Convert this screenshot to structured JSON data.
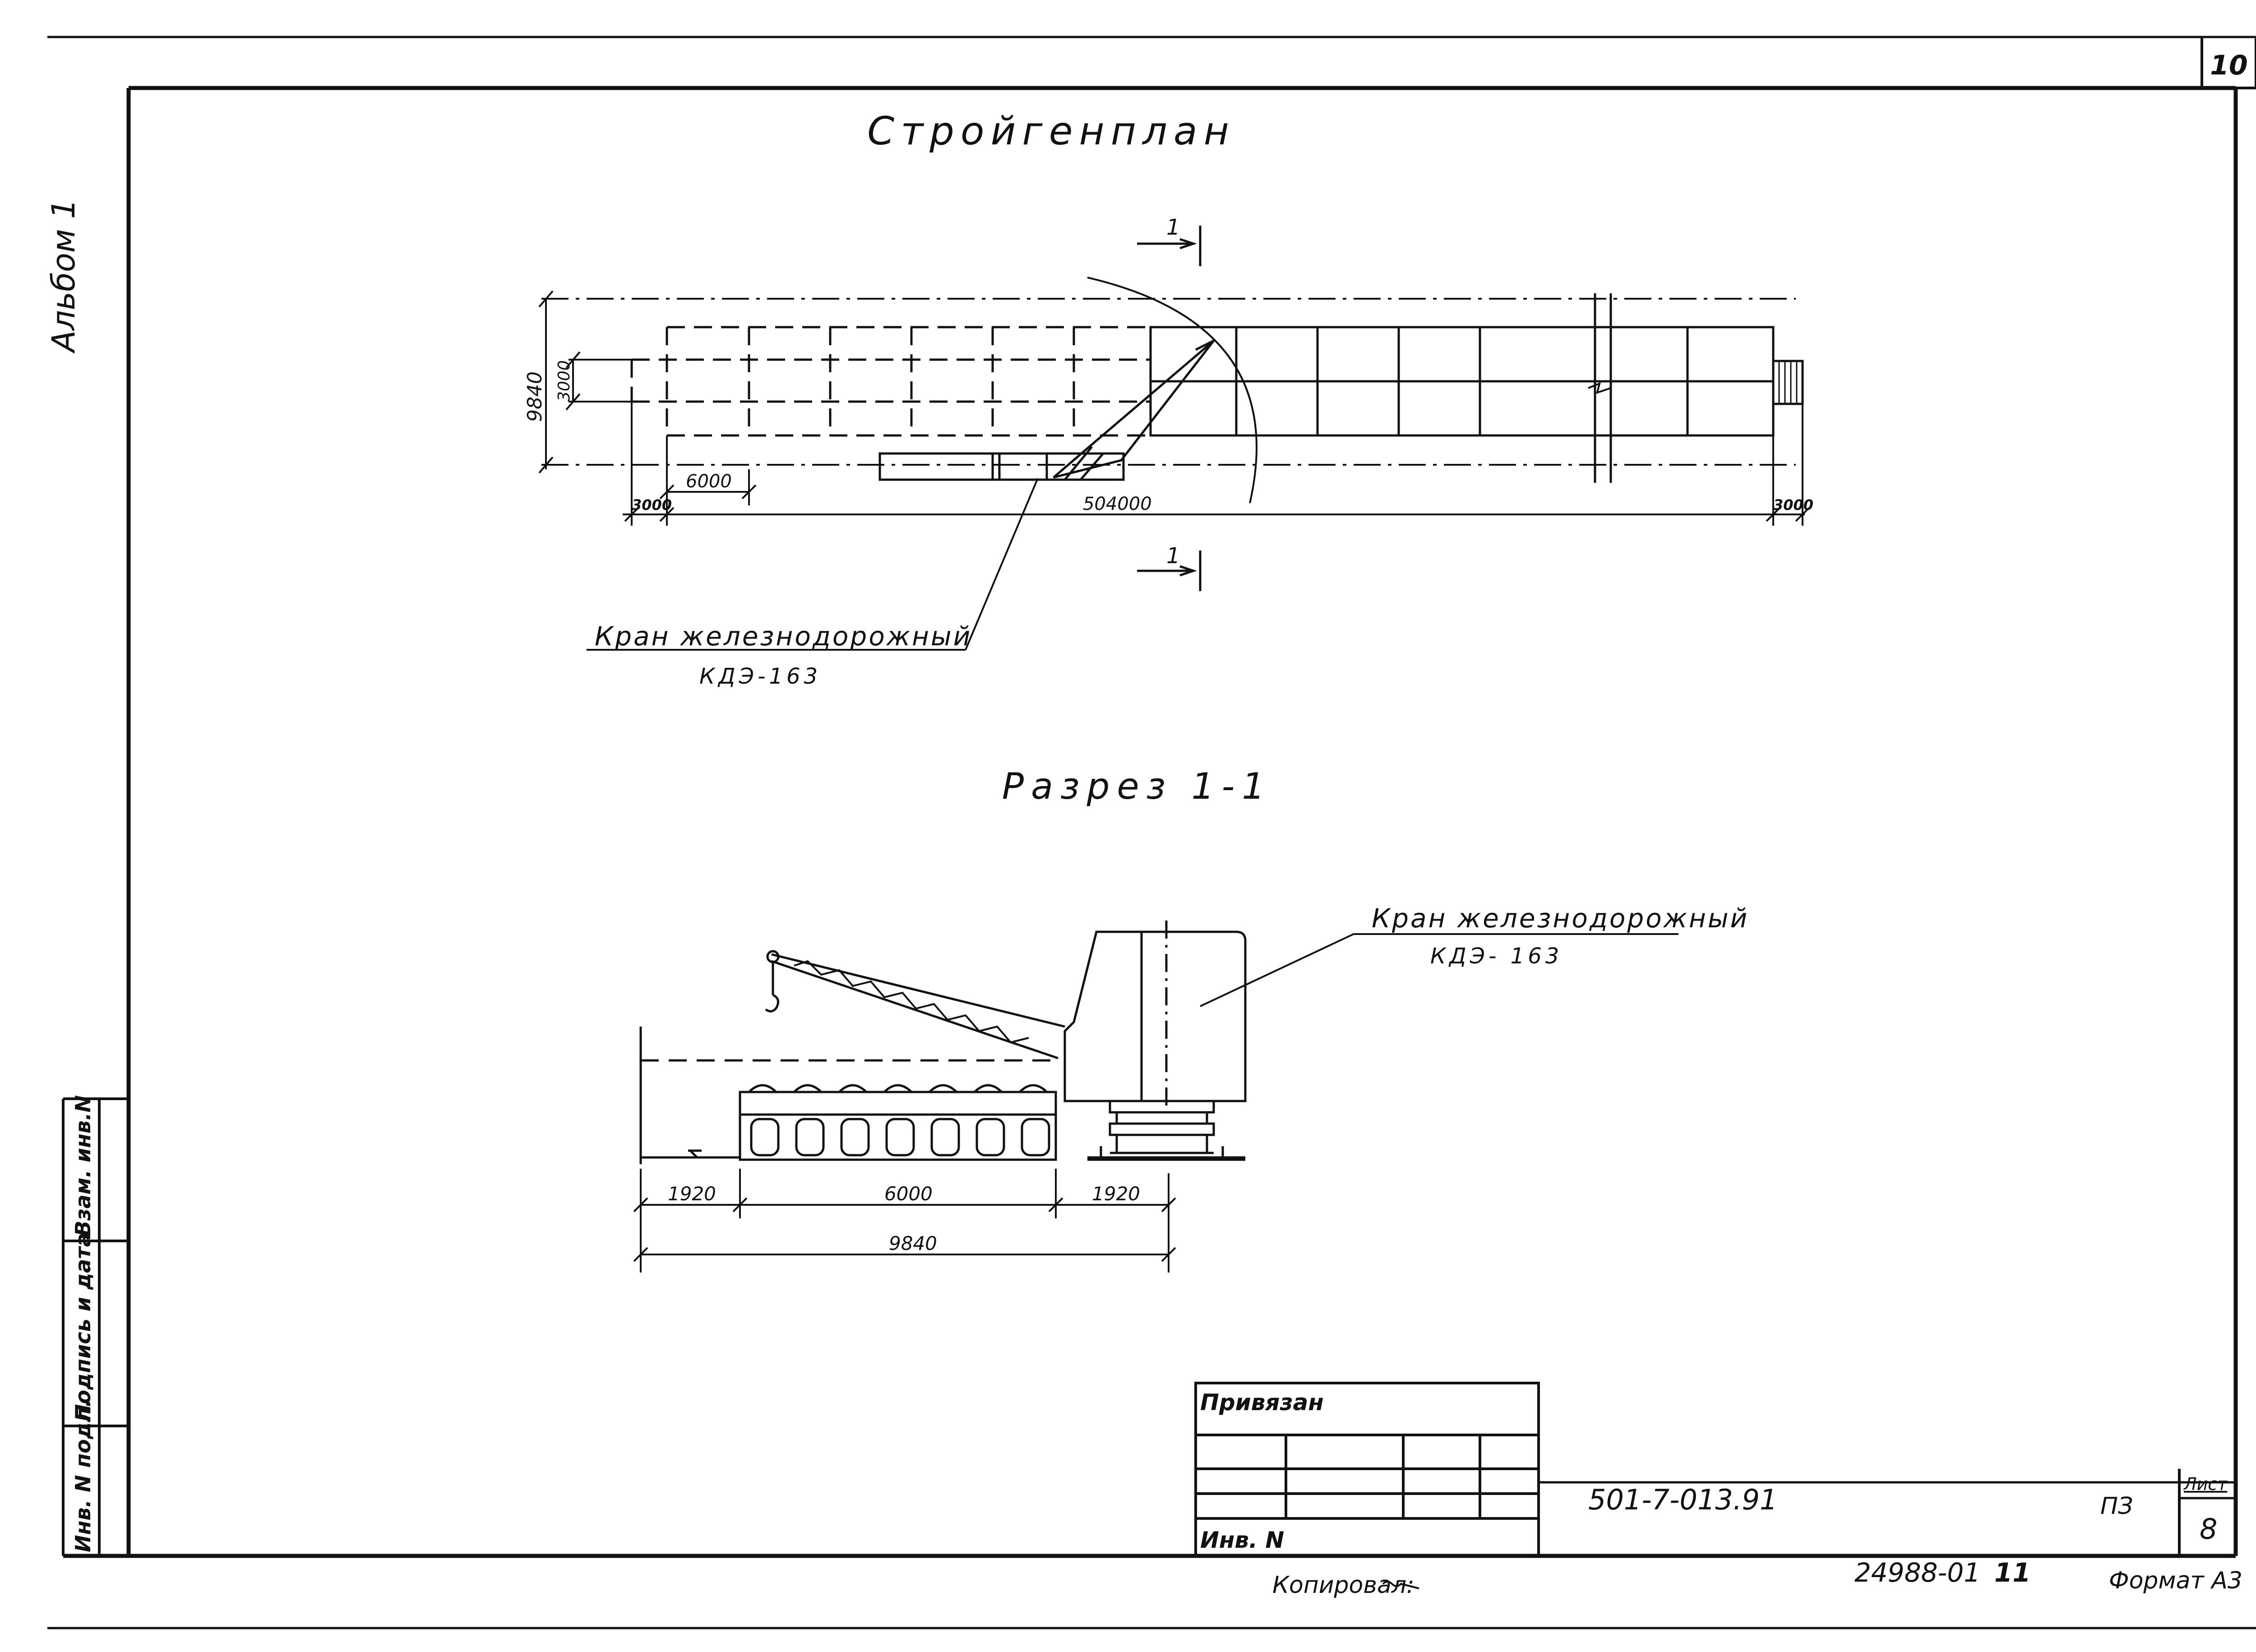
{
  "sheet": {
    "page_number": "10",
    "album": "Альбом 1",
    "format": "Формат А3",
    "copied_by": "Копировал:",
    "inventory_code": "24988-01",
    "inventory_sheet": "11"
  },
  "side_stamp": {
    "inv_original": "Инв. N подл.",
    "signature_date": "Подпись и дата",
    "replaced_inv": "Взам. инв.N"
  },
  "plan": {
    "title": "Стройгенплан",
    "section_marker": "1",
    "dims": {
      "width_total": "9840",
      "panel_width": "3000",
      "bay": "6000",
      "length_total": "504000",
      "end_left": "3000",
      "end_right": "3000"
    },
    "crane_label": "Кран железнодорожный",
    "crane_model": "КДЭ-163"
  },
  "section": {
    "title": "Разрез 1-1",
    "crane_label": "Кран железнодорожный",
    "crane_model": "КДЭ- 163",
    "dims": {
      "left": "1920",
      "middle": "6000",
      "right": "1920",
      "total": "9840"
    }
  },
  "title_block": {
    "bound": "Привязан",
    "inv_no": "Инв. N",
    "document_code": "501-7-013.91",
    "section_code": "ПЗ",
    "sheet_label": "Лист",
    "sheet_no": "8"
  }
}
